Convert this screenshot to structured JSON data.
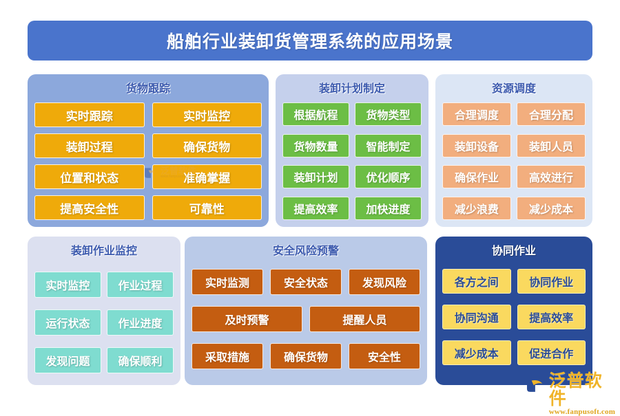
{
  "header": {
    "title": "船舶行业装卸货管理系统的应用场景",
    "accent_color": "#4a74cc"
  },
  "panels": [
    {
      "id": "cargo-tracking",
      "title": "货物跟踪",
      "panel_color": "#8ca8dc",
      "chip_color": "#efaa0a",
      "rows": [
        [
          "实时跟踪",
          "实时监控"
        ],
        [
          "装卸过程",
          "确保货物"
        ],
        [
          "位置和状态",
          "准确掌握"
        ],
        [
          "提高安全性",
          "可靠性"
        ]
      ]
    },
    {
      "id": "loading-plan",
      "title": "装卸计划制定",
      "panel_color": "#c5d0ec",
      "chip_color": "#6cbe45",
      "rows": [
        [
          "根据航程",
          "货物类型"
        ],
        [
          "货物数量",
          "智能制定"
        ],
        [
          "装卸计划",
          "优化顺序"
        ],
        [
          "提高效率",
          "加快进度"
        ]
      ]
    },
    {
      "id": "resource-dispatch",
      "title": "资源调度",
      "panel_color": "#dce6f5",
      "chip_color": "#f2ae7e",
      "rows": [
        [
          "合理调度",
          "合理分配"
        ],
        [
          "装卸设备",
          "装卸人员"
        ],
        [
          "确保作业",
          "高效进行"
        ],
        [
          "减少浪费",
          "减少成本"
        ]
      ]
    },
    {
      "id": "operation-monitor",
      "title": "装卸作业监控",
      "panel_color": "#dce0f0",
      "chip_color": "#7fdcd0",
      "rows": [
        [
          "实时监控",
          "作业过程"
        ],
        [
          "运行状态",
          "作业进度"
        ],
        [
          "发现问题",
          "确保顺利"
        ]
      ]
    },
    {
      "id": "safety-warning",
      "title": "安全风险预警",
      "panel_color": "#bacae8",
      "chip_color": "#c45d11",
      "rows": [
        [
          "实时监测",
          "安全状态",
          "发现风险"
        ],
        [
          "及时预警",
          "提醒人员"
        ],
        [
          "采取措施",
          "确保货物",
          "安全性"
        ]
      ]
    },
    {
      "id": "collaborative-work",
      "title": "协同作业",
      "panel_color": "#2a4c98",
      "chip_color": "#fad95f",
      "rows": [
        [
          "各方之间",
          "协同作业"
        ],
        [
          "协同沟通",
          "提高效率"
        ],
        [
          "减少成本",
          "促进合作"
        ]
      ]
    }
  ],
  "watermark": {
    "brand": "泛普软件",
    "url": "www.fanpusoft.com",
    "color": "#f0b429"
  }
}
